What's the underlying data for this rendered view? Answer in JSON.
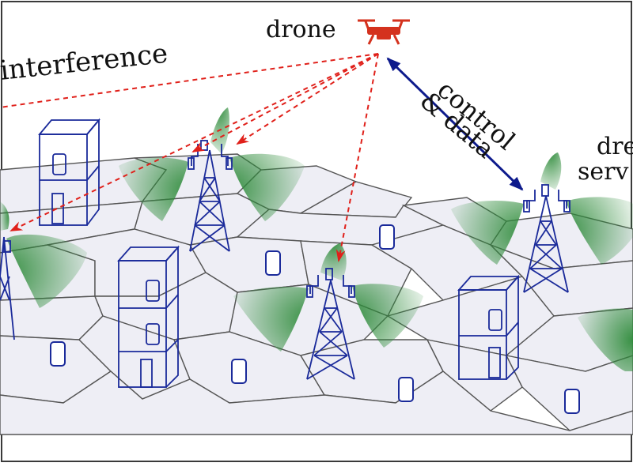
{
  "labels": {
    "drone": "drone",
    "interference": "interference",
    "control": "control",
    "and_data": "& data",
    "dre": "dre",
    "serv": "serv"
  },
  "colors": {
    "background": "#ffffff",
    "frame_border": "#3a3a3a",
    "cell_fill": "#eeeef5",
    "cell_edge": "#555555",
    "structure_blue": "#1a2a9a",
    "interference_red": "#e0201a",
    "link_navy": "#0d1a8c",
    "antenna_green": "#2e8b3a",
    "drone_red": "#d4321e"
  },
  "icons": [
    "drone-icon",
    "cell-tower-icon",
    "building-icon",
    "phone-icon",
    "antenna-lobe-icon"
  ]
}
